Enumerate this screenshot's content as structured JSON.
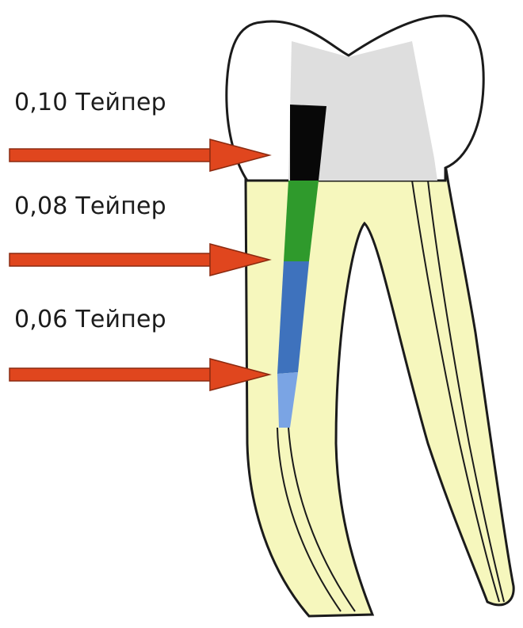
{
  "labels": [
    {
      "text": "0,10 Тейпер"
    },
    {
      "text": "0,08 Тейпер"
    },
    {
      "text": "0,06 Тейпер"
    }
  ],
  "colors": {
    "arrow": "#e0461e",
    "arrow_outline": "#8a2a10",
    "root": "#f6f7bd",
    "crown": "#ffffff",
    "dentin_top": "#dedede",
    "taper_010": "#080808",
    "taper_008": "#2f9a2c",
    "taper_006": "#3e72bd",
    "tip": "#7aa4e4"
  }
}
